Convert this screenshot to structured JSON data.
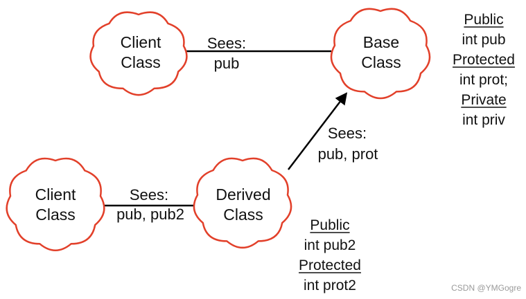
{
  "colors": {
    "cloud_outline": "#e2402a",
    "cloud_fill": "#ffffff",
    "edge": "#000000",
    "text": "#111111",
    "watermark": "#9a9a9a"
  },
  "nodes": {
    "client_top": {
      "line1": "Client",
      "line2": "Class"
    },
    "base": {
      "line1": "Base",
      "line2": "Class"
    },
    "client_bottom": {
      "line1": "Client",
      "line2": "Class"
    },
    "derived": {
      "line1": "Derived",
      "line2": "Class"
    }
  },
  "edges": {
    "client_top_to_base": {
      "line1": "Sees:",
      "line2": "pub"
    },
    "derived_to_base": {
      "line1": "Sees:",
      "line2": "pub, prot"
    },
    "client_bottom_to_derived": {
      "line1": "Sees:",
      "line2": "pub, pub2"
    }
  },
  "base_members": {
    "public_heading": "Public",
    "public_member": "int pub",
    "protected_heading": "Protected",
    "protected_member": "int prot;",
    "private_heading": "Private",
    "private_member": "int priv"
  },
  "derived_members": {
    "public_heading": "Public",
    "public_member": "int pub2",
    "protected_heading": "Protected",
    "protected_member": "int prot2"
  },
  "watermark": "CSDN @YMGogre"
}
